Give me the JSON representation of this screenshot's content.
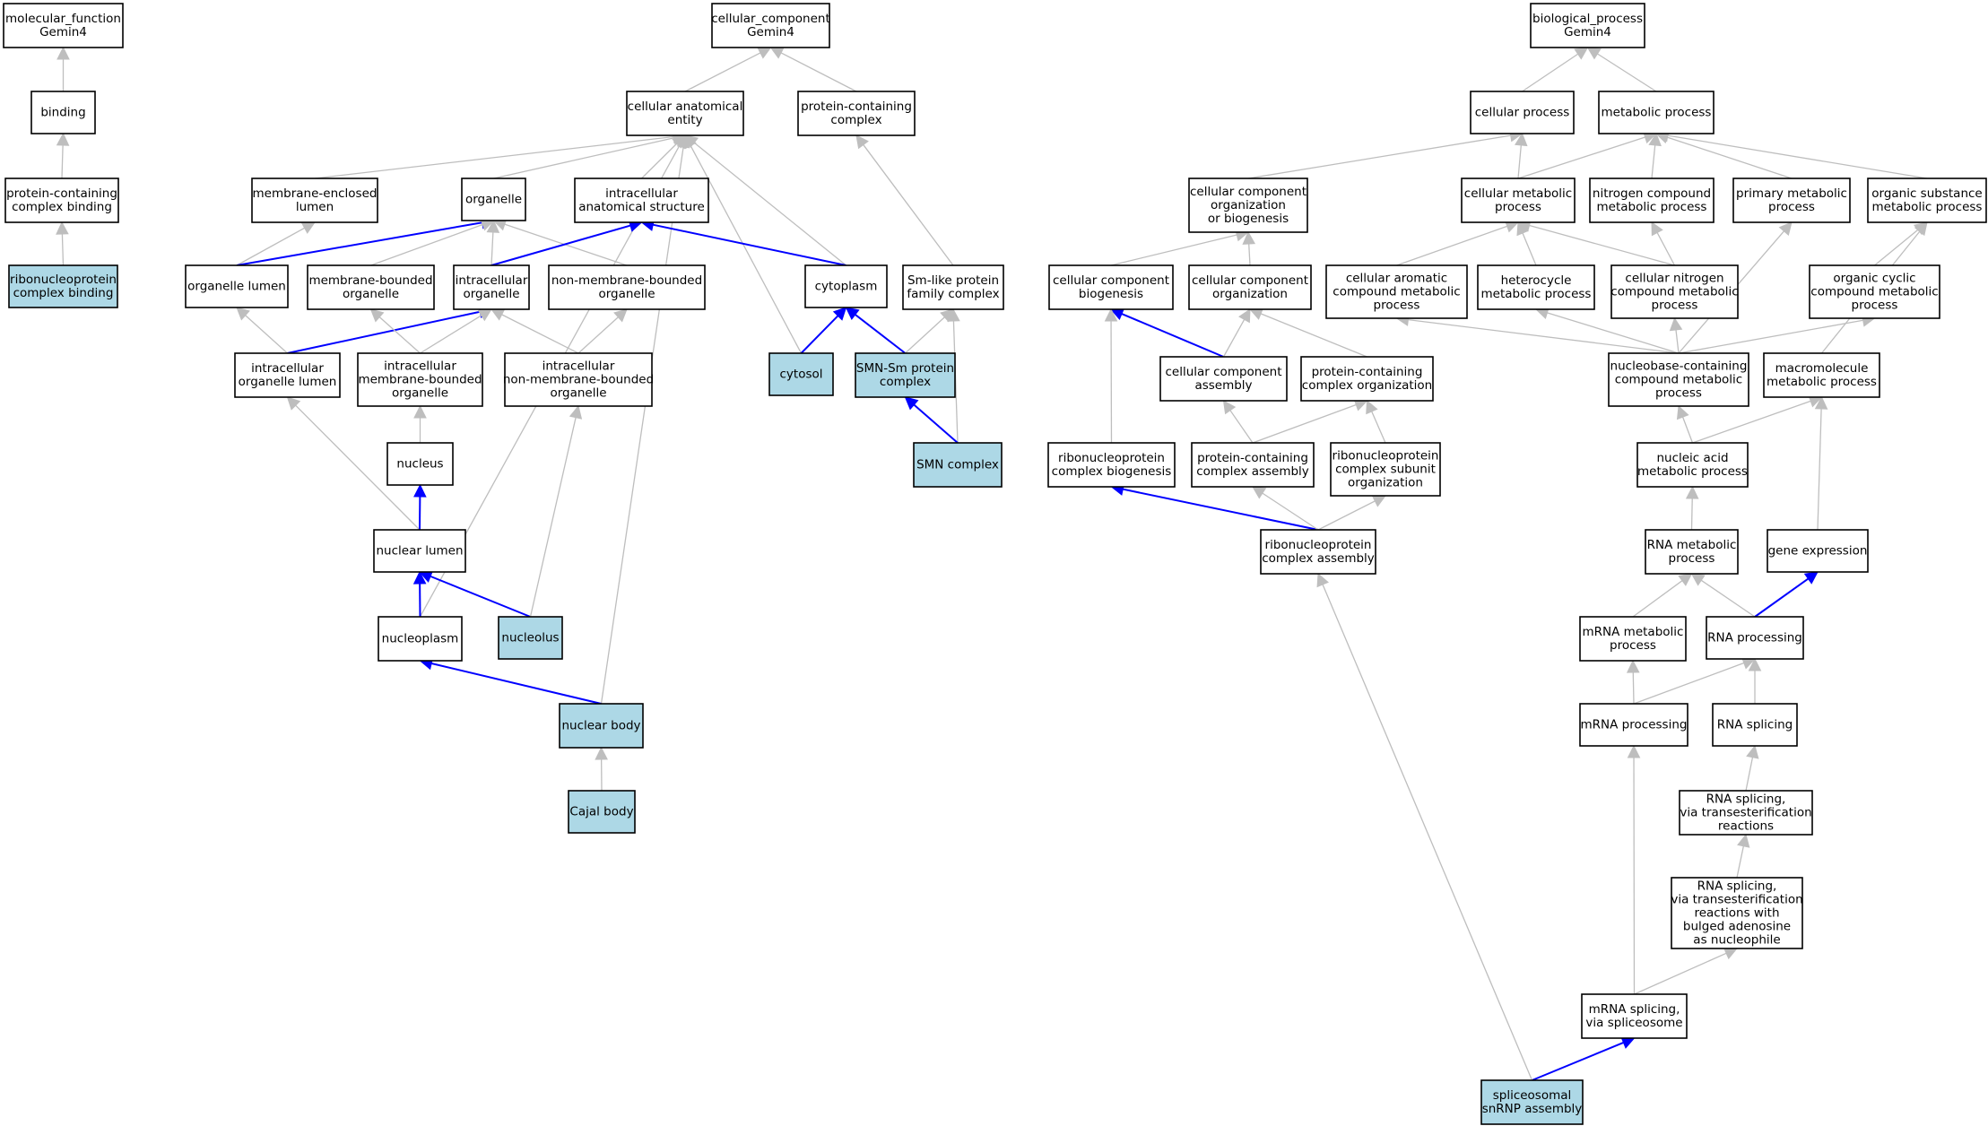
{
  "colors": {
    "background": "#ffffff",
    "node_fill": "#ffffff",
    "annotated_fill": "#add8e6",
    "edge_gray": "#bebebe",
    "edge_blue": "#0000ff"
  },
  "nodes": [
    {
      "id": "mf_root",
      "lines": [
        "molecular_function",
        "Gemin4"
      ],
      "annotated": false
    },
    {
      "id": "binding",
      "lines": [
        "binding"
      ],
      "annotated": false
    },
    {
      "id": "pc_complex_binding",
      "lines": [
        "protein-containing",
        "complex binding"
      ],
      "annotated": false
    },
    {
      "id": "rnp_complex_binding",
      "lines": [
        "ribonucleoprotein",
        "complex binding"
      ],
      "annotated": true
    },
    {
      "id": "cc_root",
      "lines": [
        "cellular_component",
        "Gemin4"
      ],
      "annotated": false
    },
    {
      "id": "cell_anat_entity",
      "lines": [
        "cellular anatomical",
        "entity"
      ],
      "annotated": false
    },
    {
      "id": "pc_complex",
      "lines": [
        "protein-containing",
        "complex"
      ],
      "annotated": false
    },
    {
      "id": "membrane_enclosed_lumen",
      "lines": [
        "membrane-enclosed",
        "lumen"
      ],
      "annotated": false
    },
    {
      "id": "organelle",
      "lines": [
        "organelle"
      ],
      "annotated": false
    },
    {
      "id": "intracell_anat_struct",
      "lines": [
        "intracellular",
        "anatomical structure"
      ],
      "annotated": false
    },
    {
      "id": "organelle_lumen",
      "lines": [
        "organelle lumen"
      ],
      "annotated": false
    },
    {
      "id": "membrane_bounded_organelle",
      "lines": [
        "membrane-bounded",
        "organelle"
      ],
      "annotated": false
    },
    {
      "id": "intracell_organelle",
      "lines": [
        "intracellular",
        "organelle"
      ],
      "annotated": false
    },
    {
      "id": "non_membrane_bounded_organelle",
      "lines": [
        "non-membrane-bounded",
        "organelle"
      ],
      "annotated": false
    },
    {
      "id": "cytoplasm",
      "lines": [
        "cytoplasm"
      ],
      "annotated": false
    },
    {
      "id": "sm_like_complex",
      "lines": [
        "Sm-like protein",
        "family complex"
      ],
      "annotated": false
    },
    {
      "id": "intracell_organelle_lumen",
      "lines": [
        "intracellular",
        "organelle lumen"
      ],
      "annotated": false
    },
    {
      "id": "intracell_mb_organelle",
      "lines": [
        "intracellular",
        "membrane-bounded",
        "organelle"
      ],
      "annotated": false
    },
    {
      "id": "intracell_nmb_organelle",
      "lines": [
        "intracellular",
        "non-membrane-bounded",
        "organelle"
      ],
      "annotated": false
    },
    {
      "id": "cytosol",
      "lines": [
        "cytosol"
      ],
      "annotated": true
    },
    {
      "id": "smn_sm_complex",
      "lines": [
        "SMN-Sm protein",
        "complex"
      ],
      "annotated": true
    },
    {
      "id": "nucleus",
      "lines": [
        "nucleus"
      ],
      "annotated": false
    },
    {
      "id": "smn_complex",
      "lines": [
        "SMN complex"
      ],
      "annotated": true
    },
    {
      "id": "nuclear_lumen",
      "lines": [
        "nuclear lumen"
      ],
      "annotated": false
    },
    {
      "id": "nucleoplasm",
      "lines": [
        "nucleoplasm"
      ],
      "annotated": false
    },
    {
      "id": "nucleolus",
      "lines": [
        "nucleolus"
      ],
      "annotated": true
    },
    {
      "id": "nuclear_body",
      "lines": [
        "nuclear body"
      ],
      "annotated": true
    },
    {
      "id": "cajal_body",
      "lines": [
        "Cajal body"
      ],
      "annotated": true
    },
    {
      "id": "bp_root",
      "lines": [
        "biological_process",
        "Gemin4"
      ],
      "annotated": false
    },
    {
      "id": "cellular_process",
      "lines": [
        "cellular process"
      ],
      "annotated": false
    },
    {
      "id": "metabolic_process",
      "lines": [
        "metabolic process"
      ],
      "annotated": false
    },
    {
      "id": "cc_org_biogenesis",
      "lines": [
        "cellular component",
        "organization",
        "or biogenesis"
      ],
      "annotated": false
    },
    {
      "id": "cell_metabolic",
      "lines": [
        "cellular metabolic",
        "process"
      ],
      "annotated": false
    },
    {
      "id": "nitrogen_compound_metabolic",
      "lines": [
        "nitrogen compound",
        "metabolic process"
      ],
      "annotated": false
    },
    {
      "id": "primary_metabolic",
      "lines": [
        "primary metabolic",
        "process"
      ],
      "annotated": false
    },
    {
      "id": "organic_substance_metabolic",
      "lines": [
        "organic substance",
        "metabolic process"
      ],
      "annotated": false
    },
    {
      "id": "cc_biogenesis",
      "lines": [
        "cellular component",
        "biogenesis"
      ],
      "annotated": false
    },
    {
      "id": "cc_organization",
      "lines": [
        "cellular component",
        "organization"
      ],
      "annotated": false
    },
    {
      "id": "cell_aromatic",
      "lines": [
        "cellular aromatic",
        "compound metabolic",
        "process"
      ],
      "annotated": false
    },
    {
      "id": "heterocycle_metabolic",
      "lines": [
        "heterocycle",
        "metabolic process"
      ],
      "annotated": false
    },
    {
      "id": "cell_nitrogen_compound",
      "lines": [
        "cellular nitrogen",
        "compound metabolic",
        "process"
      ],
      "annotated": false
    },
    {
      "id": "organic_cyclic",
      "lines": [
        "organic cyclic",
        "compound metabolic",
        "process"
      ],
      "annotated": false
    },
    {
      "id": "cc_assembly",
      "lines": [
        "cellular component",
        "assembly"
      ],
      "annotated": false
    },
    {
      "id": "pc_complex_org",
      "lines": [
        "protein-containing",
        "complex organization"
      ],
      "annotated": false
    },
    {
      "id": "nucleobase",
      "lines": [
        "nucleobase-containing",
        "compound metabolic",
        "process"
      ],
      "annotated": false
    },
    {
      "id": "macromolecule_metabolic",
      "lines": [
        "macromolecule",
        "metabolic process"
      ],
      "annotated": false
    },
    {
      "id": "rnp_biogenesis",
      "lines": [
        "ribonucleoprotein",
        "complex biogenesis"
      ],
      "annotated": false
    },
    {
      "id": "pc_complex_assembly",
      "lines": [
        "protein-containing",
        "complex assembly"
      ],
      "annotated": false
    },
    {
      "id": "rnp_subunit_org",
      "lines": [
        "ribonucleoprotein",
        "complex subunit",
        "organization"
      ],
      "annotated": false
    },
    {
      "id": "nucleic_acid_metabolic",
      "lines": [
        "nucleic acid",
        "metabolic process"
      ],
      "annotated": false
    },
    {
      "id": "rnp_assembly",
      "lines": [
        "ribonucleoprotein",
        "complex assembly"
      ],
      "annotated": false
    },
    {
      "id": "rna_metabolic",
      "lines": [
        "RNA metabolic",
        "process"
      ],
      "annotated": false
    },
    {
      "id": "gene_expression",
      "lines": [
        "gene expression"
      ],
      "annotated": false
    },
    {
      "id": "mrna_metabolic",
      "lines": [
        "mRNA metabolic",
        "process"
      ],
      "annotated": false
    },
    {
      "id": "rna_processing",
      "lines": [
        "RNA processing"
      ],
      "annotated": false
    },
    {
      "id": "mrna_processing",
      "lines": [
        "mRNA processing"
      ],
      "annotated": false
    },
    {
      "id": "rna_splicing",
      "lines": [
        "RNA splicing"
      ],
      "annotated": false
    },
    {
      "id": "rna_splicing_trans",
      "lines": [
        "RNA splicing,",
        "via transesterification",
        "reactions"
      ],
      "annotated": false
    },
    {
      "id": "rna_splicing_bulged",
      "lines": [
        "RNA splicing,",
        "via transesterification",
        "reactions with",
        "bulged adenosine",
        "as nucleophile"
      ],
      "annotated": false
    },
    {
      "id": "mrna_splicing",
      "lines": [
        "mRNA splicing,",
        "via spliceosome"
      ],
      "annotated": false
    },
    {
      "id": "spliceosomal_snrnp",
      "lines": [
        "spliceosomal",
        "snRNP assembly"
      ],
      "annotated": true
    }
  ],
  "edges": [
    {
      "from": "binding",
      "to": "mf_root",
      "color": "gray"
    },
    {
      "from": "pc_complex_binding",
      "to": "binding",
      "color": "gray"
    },
    {
      "from": "rnp_complex_binding",
      "to": "pc_complex_binding",
      "color": "gray"
    },
    {
      "from": "cell_anat_entity",
      "to": "cc_root",
      "color": "gray"
    },
    {
      "from": "pc_complex",
      "to": "cc_root",
      "color": "gray"
    },
    {
      "from": "membrane_enclosed_lumen",
      "to": "cell_anat_entity",
      "color": "gray"
    },
    {
      "from": "organelle",
      "to": "cell_anat_entity",
      "color": "gray"
    },
    {
      "from": "intracell_anat_struct",
      "to": "cell_anat_entity",
      "color": "gray"
    },
    {
      "from": "cytoplasm",
      "to": "cell_anat_entity",
      "color": "gray"
    },
    {
      "from": "cytosol",
      "to": "cell_anat_entity",
      "color": "gray"
    },
    {
      "from": "nucleoplasm",
      "to": "cell_anat_entity",
      "color": "gray"
    },
    {
      "from": "nuclear_body",
      "to": "cell_anat_entity",
      "color": "gray"
    },
    {
      "from": "organelle_lumen",
      "to": "membrane_enclosed_lumen",
      "color": "gray"
    },
    {
      "from": "organelle_lumen",
      "to": "organelle",
      "color": "blue"
    },
    {
      "from": "membrane_bounded_organelle",
      "to": "organelle",
      "color": "gray"
    },
    {
      "from": "intracell_organelle",
      "to": "organelle",
      "color": "gray"
    },
    {
      "from": "non_membrane_bounded_organelle",
      "to": "organelle",
      "color": "gray"
    },
    {
      "from": "intracell_organelle",
      "to": "intracell_anat_struct",
      "color": "blue"
    },
    {
      "from": "cytoplasm",
      "to": "intracell_anat_struct",
      "color": "blue"
    },
    {
      "from": "sm_like_complex",
      "to": "pc_complex",
      "color": "gray"
    },
    {
      "from": "intracell_organelle_lumen",
      "to": "organelle_lumen",
      "color": "gray"
    },
    {
      "from": "intracell_organelle_lumen",
      "to": "intracell_organelle",
      "color": "blue"
    },
    {
      "from": "intracell_mb_organelle",
      "to": "membrane_bounded_organelle",
      "color": "gray"
    },
    {
      "from": "intracell_mb_organelle",
      "to": "intracell_organelle",
      "color": "gray"
    },
    {
      "from": "intracell_nmb_organelle",
      "to": "intracell_organelle",
      "color": "gray"
    },
    {
      "from": "intracell_nmb_organelle",
      "to": "non_membrane_bounded_organelle",
      "color": "gray"
    },
    {
      "from": "cytosol",
      "to": "cytoplasm",
      "color": "blue"
    },
    {
      "from": "smn_sm_complex",
      "to": "cytoplasm",
      "color": "blue"
    },
    {
      "from": "smn_sm_complex",
      "to": "sm_like_complex",
      "color": "gray"
    },
    {
      "from": "smn_complex",
      "to": "sm_like_complex",
      "color": "gray"
    },
    {
      "from": "smn_complex",
      "to": "smn_sm_complex",
      "color": "blue"
    },
    {
      "from": "nucleus",
      "to": "intracell_mb_organelle",
      "color": "gray"
    },
    {
      "from": "nuclear_lumen",
      "to": "intracell_organelle_lumen",
      "color": "gray"
    },
    {
      "from": "nuclear_lumen",
      "to": "nucleus",
      "color": "blue"
    },
    {
      "from": "nucleoplasm",
      "to": "nuclear_lumen",
      "color": "blue"
    },
    {
      "from": "nucleolus",
      "to": "nuclear_lumen",
      "color": "blue"
    },
    {
      "from": "nucleolus",
      "to": "intracell_nmb_organelle",
      "color": "gray"
    },
    {
      "from": "nuclear_body",
      "to": "nucleoplasm",
      "color": "blue"
    },
    {
      "from": "cajal_body",
      "to": "nuclear_body",
      "color": "gray"
    },
    {
      "from": "cellular_process",
      "to": "bp_root",
      "color": "gray"
    },
    {
      "from": "metabolic_process",
      "to": "bp_root",
      "color": "gray"
    },
    {
      "from": "cc_org_biogenesis",
      "to": "cellular_process",
      "color": "gray"
    },
    {
      "from": "cell_metabolic",
      "to": "cellular_process",
      "color": "gray"
    },
    {
      "from": "cell_metabolic",
      "to": "metabolic_process",
      "color": "gray"
    },
    {
      "from": "nitrogen_compound_metabolic",
      "to": "metabolic_process",
      "color": "gray"
    },
    {
      "from": "primary_metabolic",
      "to": "metabolic_process",
      "color": "gray"
    },
    {
      "from": "organic_substance_metabolic",
      "to": "metabolic_process",
      "color": "gray"
    },
    {
      "from": "cc_biogenesis",
      "to": "cc_org_biogenesis",
      "color": "gray"
    },
    {
      "from": "cc_organization",
      "to": "cc_org_biogenesis",
      "color": "gray"
    },
    {
      "from": "cell_aromatic",
      "to": "cell_metabolic",
      "color": "gray"
    },
    {
      "from": "heterocycle_metabolic",
      "to": "cell_metabolic",
      "color": "gray"
    },
    {
      "from": "cell_nitrogen_compound",
      "to": "cell_metabolic",
      "color": "gray"
    },
    {
      "from": "cell_nitrogen_compound",
      "to": "nitrogen_compound_metabolic",
      "color": "gray"
    },
    {
      "from": "organic_cyclic",
      "to": "organic_substance_metabolic",
      "color": "gray"
    },
    {
      "from": "cc_assembly",
      "to": "cc_biogenesis",
      "color": "blue"
    },
    {
      "from": "cc_assembly",
      "to": "cc_organization",
      "color": "gray"
    },
    {
      "from": "pc_complex_org",
      "to": "cc_organization",
      "color": "gray"
    },
    {
      "from": "nucleobase",
      "to": "cell_aromatic",
      "color": "gray"
    },
    {
      "from": "nucleobase",
      "to": "heterocycle_metabolic",
      "color": "gray"
    },
    {
      "from": "nucleobase",
      "to": "cell_nitrogen_compound",
      "color": "gray"
    },
    {
      "from": "nucleobase",
      "to": "organic_cyclic",
      "color": "gray"
    },
    {
      "from": "nucleobase",
      "to": "primary_metabolic",
      "color": "gray"
    },
    {
      "from": "macromolecule_metabolic",
      "to": "organic_substance_metabolic",
      "color": "gray"
    },
    {
      "from": "rnp_biogenesis",
      "to": "cc_biogenesis",
      "color": "gray"
    },
    {
      "from": "pc_complex_assembly",
      "to": "cc_assembly",
      "color": "gray"
    },
    {
      "from": "pc_complex_assembly",
      "to": "pc_complex_org",
      "color": "gray"
    },
    {
      "from": "rnp_subunit_org",
      "to": "pc_complex_org",
      "color": "gray"
    },
    {
      "from": "nucleic_acid_metabolic",
      "to": "nucleobase",
      "color": "gray"
    },
    {
      "from": "nucleic_acid_metabolic",
      "to": "macromolecule_metabolic",
      "color": "gray"
    },
    {
      "from": "rnp_assembly",
      "to": "rnp_biogenesis",
      "color": "blue"
    },
    {
      "from": "rnp_assembly",
      "to": "pc_complex_assembly",
      "color": "gray"
    },
    {
      "from": "rnp_assembly",
      "to": "rnp_subunit_org",
      "color": "gray"
    },
    {
      "from": "rna_metabolic",
      "to": "nucleic_acid_metabolic",
      "color": "gray"
    },
    {
      "from": "gene_expression",
      "to": "macromolecule_metabolic",
      "color": "gray"
    },
    {
      "from": "mrna_metabolic",
      "to": "rna_metabolic",
      "color": "gray"
    },
    {
      "from": "rna_processing",
      "to": "rna_metabolic",
      "color": "gray"
    },
    {
      "from": "rna_processing",
      "to": "gene_expression",
      "color": "blue"
    },
    {
      "from": "mrna_processing",
      "to": "mrna_metabolic",
      "color": "gray"
    },
    {
      "from": "mrna_processing",
      "to": "rna_processing",
      "color": "gray"
    },
    {
      "from": "rna_splicing",
      "to": "rna_processing",
      "color": "gray"
    },
    {
      "from": "rna_splicing_trans",
      "to": "rna_splicing",
      "color": "gray"
    },
    {
      "from": "rna_splicing_bulged",
      "to": "rna_splicing_trans",
      "color": "gray"
    },
    {
      "from": "mrna_splicing",
      "to": "mrna_processing",
      "color": "gray"
    },
    {
      "from": "mrna_splicing",
      "to": "rna_splicing_bulged",
      "color": "gray"
    },
    {
      "from": "spliceosomal_snrnp",
      "to": "mrna_splicing",
      "color": "blue"
    },
    {
      "from": "spliceosomal_snrnp",
      "to": "rnp_assembly",
      "color": "gray"
    }
  ]
}
